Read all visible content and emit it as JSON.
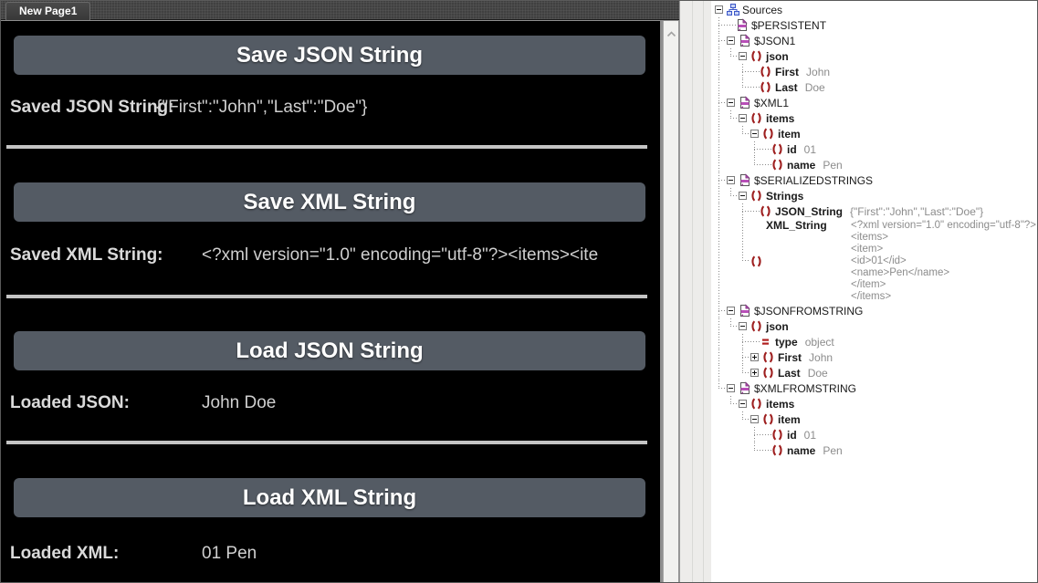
{
  "left_pane": {
    "tab": "New Page1",
    "sections": [
      {
        "button": "Save JSON String",
        "label": "Saved JSON String:",
        "value": "{\"First\":\"John\",\"Last\":\"Doe\"}"
      },
      {
        "button": "Save XML String",
        "label": "Saved XML String:",
        "value": "<?xml version=\"1.0\" encoding=\"utf-8\"?><items><ite"
      },
      {
        "button": "Load JSON String",
        "label": "Loaded JSON:",
        "value": "John Doe"
      },
      {
        "button": "Load XML String",
        "label": "Loaded XML:",
        "value": "01 Pen"
      }
    ]
  },
  "colors": {
    "page_bg": "#000000",
    "button_bg": "#545b64",
    "divider": "#c4c4c4",
    "label_text": "#dadada",
    "element_icon_red": "#9e1f1f",
    "datasource_icon_purple": "#b84fb8",
    "sources_icon_blue": "#3a56c8",
    "tree_value_gray": "#8c8c8c"
  },
  "tree": {
    "nodes": [
      {
        "level": 0,
        "g": [],
        "c": null,
        "e": "minus",
        "i": "sources",
        "label": "Sources",
        "plain": true
      },
      {
        "level": 1,
        "g": [],
        "c": "t",
        "e": null,
        "i": "datasource",
        "label": "$PERSISTENT",
        "plain": true
      },
      {
        "level": 1,
        "g": [],
        "c": "t",
        "e": "minus",
        "i": "datasource",
        "label": "$JSON1",
        "plain": true
      },
      {
        "level": 2,
        "g": [
          1
        ],
        "c": "l",
        "e": "minus",
        "i": "element",
        "label": "json"
      },
      {
        "level": 3,
        "g": [
          1,
          0
        ],
        "c": "t",
        "e": null,
        "i": "element",
        "label": "First",
        "value": "John"
      },
      {
        "level": 3,
        "g": [
          1,
          0
        ],
        "c": "l",
        "e": null,
        "i": "element",
        "label": "Last",
        "value": "Doe"
      },
      {
        "level": 1,
        "g": [],
        "c": "t",
        "e": "minus",
        "i": "datasource",
        "label": "$XML1",
        "plain": true
      },
      {
        "level": 2,
        "g": [
          1
        ],
        "c": "l",
        "e": "minus",
        "i": "element",
        "label": "items"
      },
      {
        "level": 3,
        "g": [
          1,
          0
        ],
        "c": "l",
        "e": "minus",
        "i": "element",
        "label": "item"
      },
      {
        "level": 4,
        "g": [
          1,
          0,
          0
        ],
        "c": "t",
        "e": null,
        "i": "element",
        "label": "id",
        "value": "01"
      },
      {
        "level": 4,
        "g": [
          1,
          0,
          0
        ],
        "c": "l",
        "e": null,
        "i": "element",
        "label": "name",
        "value": "Pen"
      },
      {
        "level": 1,
        "g": [],
        "c": "t",
        "e": "minus",
        "i": "datasource",
        "label": "$SERIALIZEDSTRINGS",
        "plain": true
      },
      {
        "level": 2,
        "g": [
          1
        ],
        "c": "l",
        "e": "minus",
        "i": "element",
        "label": "Strings"
      },
      {
        "level": 3,
        "g": [
          1,
          0
        ],
        "c": "t",
        "e": null,
        "i": "element",
        "label": "JSON_String",
        "value": "{\"First\":\"John\",\"Last\":\"Doe\"}"
      },
      {
        "level": 3,
        "g": [
          1,
          0
        ],
        "c": "l",
        "e": null,
        "i": "element",
        "label": "XML_String",
        "multiline": true,
        "lines": [
          "<?xml version=\"1.0\" encoding=\"utf-8\"?>",
          "<items>",
          "<item>",
          "<id>01</id>",
          "<name>Pen</name>",
          "</item>",
          "</items>"
        ]
      },
      {
        "level": 1,
        "g": [],
        "c": "t",
        "e": "minus",
        "i": "datasource",
        "label": "$JSONFROMSTRING",
        "plain": true
      },
      {
        "level": 2,
        "g": [
          1
        ],
        "c": "l",
        "e": "minus",
        "i": "element",
        "label": "json"
      },
      {
        "level": 3,
        "g": [
          1,
          0
        ],
        "c": "t",
        "e": null,
        "i": "attribute",
        "label": "type",
        "value": "object"
      },
      {
        "level": 3,
        "g": [
          1,
          0
        ],
        "c": "t",
        "e": "plus",
        "i": "element",
        "label": "First",
        "value": "John"
      },
      {
        "level": 3,
        "g": [
          1,
          0
        ],
        "c": "l",
        "e": "plus",
        "i": "element",
        "label": "Last",
        "value": "Doe"
      },
      {
        "level": 1,
        "g": [],
        "c": "l",
        "e": "minus",
        "i": "datasource",
        "label": "$XMLFROMSTRING",
        "plain": true
      },
      {
        "level": 2,
        "g": [
          0
        ],
        "c": "l",
        "e": "minus",
        "i": "element",
        "label": "items"
      },
      {
        "level": 3,
        "g": [
          0,
          0
        ],
        "c": "l",
        "e": "minus",
        "i": "element",
        "label": "item"
      },
      {
        "level": 4,
        "g": [
          0,
          0,
          0
        ],
        "c": "t",
        "e": null,
        "i": "element",
        "label": "id",
        "value": "01"
      },
      {
        "level": 4,
        "g": [
          0,
          0,
          0
        ],
        "c": "l",
        "e": null,
        "i": "element",
        "label": "name",
        "value": "Pen"
      }
    ]
  }
}
